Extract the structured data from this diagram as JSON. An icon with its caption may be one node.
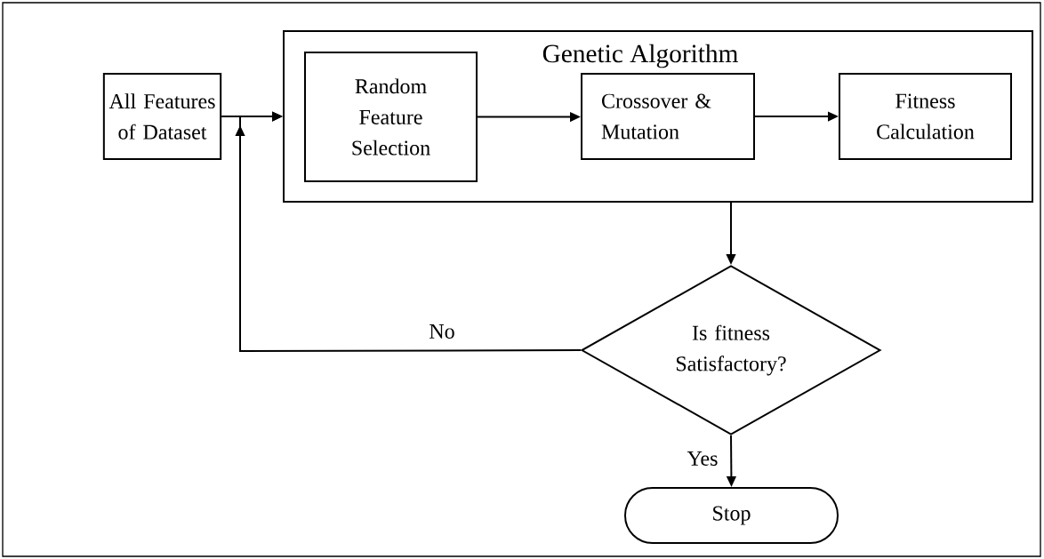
{
  "diagram": {
    "nodes": [
      {
        "text": [
          "All Features of Dataset"
        ]
      },
      {
        "text": [
          "Genetic Algorithm"
        ]
      },
      {
        "text": [
          "Random Feature Selection"
        ],
        "in": 1
      },
      {
        "text": [
          "Crossover & Mutation"
        ],
        "in": 1
      },
      {
        "text": [
          "Fitness Calculation"
        ],
        "in": 1
      },
      {
        "text": [
          "Is fitness Satisfactory?"
        ]
      },
      {
        "text": [
          "Stop"
        ]
      }
    ],
    "edges": [
      {
        "from": 0,
        "to": 1,
        "arrow": "to"
      },
      {
        "from": 2,
        "to": 3,
        "arrow": "to"
      },
      {
        "from": 3,
        "to": 4,
        "arrow": "to"
      },
      {
        "from": 1,
        "to": 5,
        "arrow": "to"
      },
      {
        "from": 5,
        "to": 1,
        "arrow": "to",
        "label": "No"
      },
      {
        "from": 5,
        "to": 6,
        "arrow": "to",
        "label": "Yes"
      }
    ]
  }
}
